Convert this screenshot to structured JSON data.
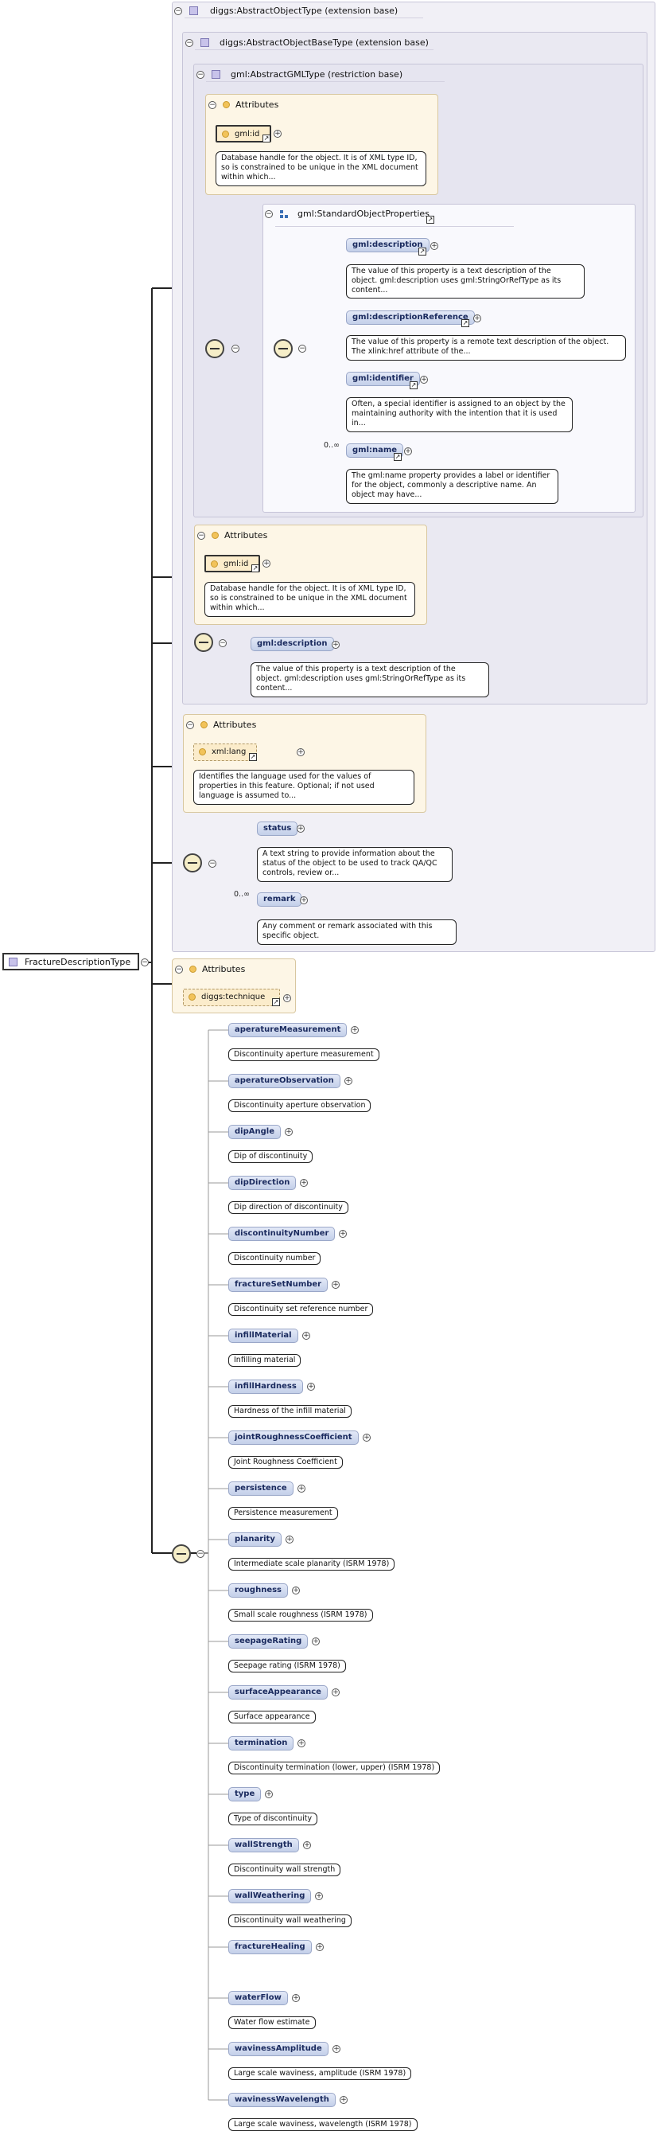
{
  "root": {
    "label": "FractureDescriptionType"
  },
  "bases": {
    "abstract_object": "diggs:AbstractObjectType (extension base)",
    "abstract_object_base": "diggs:AbstractObjectBaseType (extension base)",
    "abstract_gml": "gml:AbstractGMLType (restriction base)"
  },
  "attributes_title": "Attributes",
  "gml_attrs": {
    "id_label": "gml:id",
    "id_doc": "Database handle for the object. It is of XML type ID, so is constrained to be unique in the XML document within which..."
  },
  "standard_object_properties": {
    "group_label": "gml:StandardObjectProperties",
    "cardinality": "0..∞",
    "items": [
      {
        "label": "gml:description",
        "doc": "The value of this property is a text description of the object. gml:description uses gml:StringOrRefType as its content..."
      },
      {
        "label": "gml:descriptionReference",
        "doc": "The value of this property is a remote text description of the object. The xlink:href attribute of the..."
      },
      {
        "label": "gml:identifier",
        "doc": "Often, a special identifier is assigned to an object by the maintaining authority with the intention that it is used in..."
      },
      {
        "label": "gml:name",
        "doc": "The gml:name property provides a label or identifier for the object, commonly a descriptive name. An object may have..."
      }
    ]
  },
  "base_attrs": {
    "id_label": "gml:id",
    "id_doc": "Database handle for the object. It is of XML type ID, so is constrained to be unique in the XML document within which..."
  },
  "base_description": {
    "label": "gml:description",
    "doc": "The value of this property is a text description of the object. gml:description uses gml:StringOrRefType as its content..."
  },
  "lang_attrs": {
    "label": "xml:lang",
    "doc": "Identifies the language used for the values of properties in this feature. Optional; if not used language is assumed to..."
  },
  "object_seq": {
    "cardinality": "0..∞",
    "status_label": "status",
    "status_doc": "A text string to provide information about the status of the object to be used to track QA/QC controls, review or...",
    "remark_label": "remark",
    "remark_doc": "Any comment or remark associated with this specific object."
  },
  "technique_attrs": {
    "label": "diggs:technique"
  },
  "elements": [
    {
      "label": "aperatureMeasurement",
      "doc": "Discontinuity aperture measurement"
    },
    {
      "label": "aperatureObservation",
      "doc": "Discontinuity aperture observation"
    },
    {
      "label": "dipAngle",
      "doc": "Dip of discontinuity"
    },
    {
      "label": "dipDirection",
      "doc": "Dip direction of discontinuity"
    },
    {
      "label": "discontinuityNumber",
      "doc": "Discontinuity number"
    },
    {
      "label": "fractureSetNumber",
      "doc": "Discontinuity set reference number"
    },
    {
      "label": "infillMaterial",
      "doc": "Infilling material"
    },
    {
      "label": "infillHardness",
      "doc": "Hardness of the infill material"
    },
    {
      "label": "jointRoughnessCoefficient",
      "doc": "Joint Roughness Coefficient"
    },
    {
      "label": "persistence",
      "doc": "Persistence measurement"
    },
    {
      "label": "planarity",
      "doc": "Intermediate scale planarity (ISRM 1978)"
    },
    {
      "label": "roughness",
      "doc": "Small scale roughness (ISRM 1978)"
    },
    {
      "label": "seepageRating",
      "doc": "Seepage rating (ISRM 1978)"
    },
    {
      "label": "surfaceAppearance",
      "doc": "Surface appearance"
    },
    {
      "label": "termination",
      "doc": "Discontinuity termination (lower, upper) (ISRM 1978)"
    },
    {
      "label": "type",
      "doc": "Type of discontinuity"
    },
    {
      "label": "wallStrength",
      "doc": "Discontinuity wall strength"
    },
    {
      "label": "wallWeathering",
      "doc": "Discontinuity wall weathering"
    },
    {
      "label": "fractureHealing",
      "doc": ""
    },
    {
      "label": "waterFlow",
      "doc": "Water flow estimate"
    },
    {
      "label": "wavinessAmplitude",
      "doc": "Large scale waviness, amplitude (ISRM 1978)"
    },
    {
      "label": "wavinessWavelength",
      "doc": "Large scale waviness, wavelength (ISRM 1978)"
    }
  ]
}
